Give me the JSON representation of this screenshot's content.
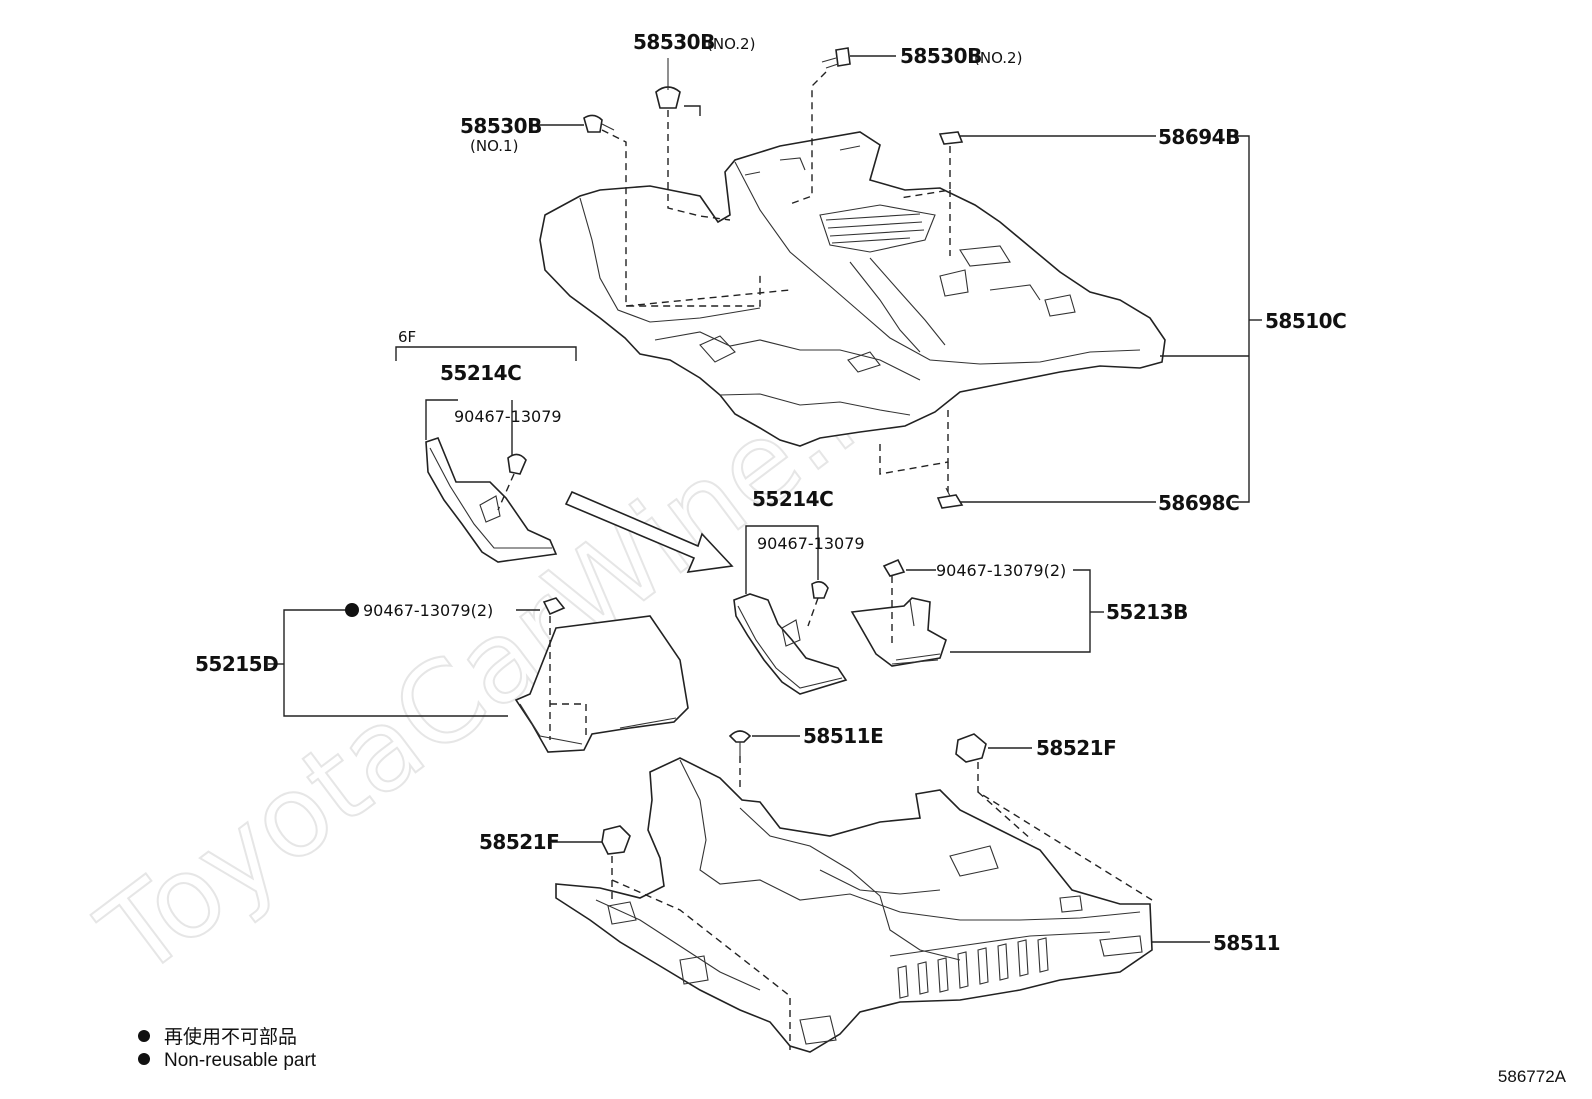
{
  "watermark": "ToyotaCarWine.ru",
  "diagram_code": "586772A",
  "legend": [
    {
      "symbol": "filled-circle",
      "text": "再使用不可部品"
    },
    {
      "symbol": "filled-circle",
      "text": "Non-reusable part"
    }
  ],
  "parts": {
    "p58530B_no2_top": {
      "number": "58530B",
      "qualifier": "(NO.2)"
    },
    "p58530B_no2_right": {
      "number": "58530B",
      "qualifier": "(NO.2)"
    },
    "p58530B_no1": {
      "number": "58530B",
      "qualifier": "(NO.1)"
    },
    "p58694B": {
      "number": "58694B"
    },
    "p58510C": {
      "number": "58510C"
    },
    "p58698C": {
      "number": "58698C"
    },
    "group_6F": {
      "text": "6F"
    },
    "p55214C_left": {
      "number": "55214C"
    },
    "p90467_left": {
      "number": "90467-13079"
    },
    "p55214C_mid": {
      "number": "55214C"
    },
    "p90467_mid": {
      "number": "90467-13079"
    },
    "p90467_right": {
      "number": "90467-13079(2)"
    },
    "p55213B": {
      "number": "55213B"
    },
    "p90467_55215D": {
      "number": "90467-13079(2)",
      "non_reusable": true
    },
    "p55215D": {
      "number": "55215D"
    },
    "p58511E": {
      "number": "58511E"
    },
    "p58521F_right": {
      "number": "58521F"
    },
    "p58521F_left": {
      "number": "58521F"
    },
    "p58511": {
      "number": "58511"
    }
  }
}
